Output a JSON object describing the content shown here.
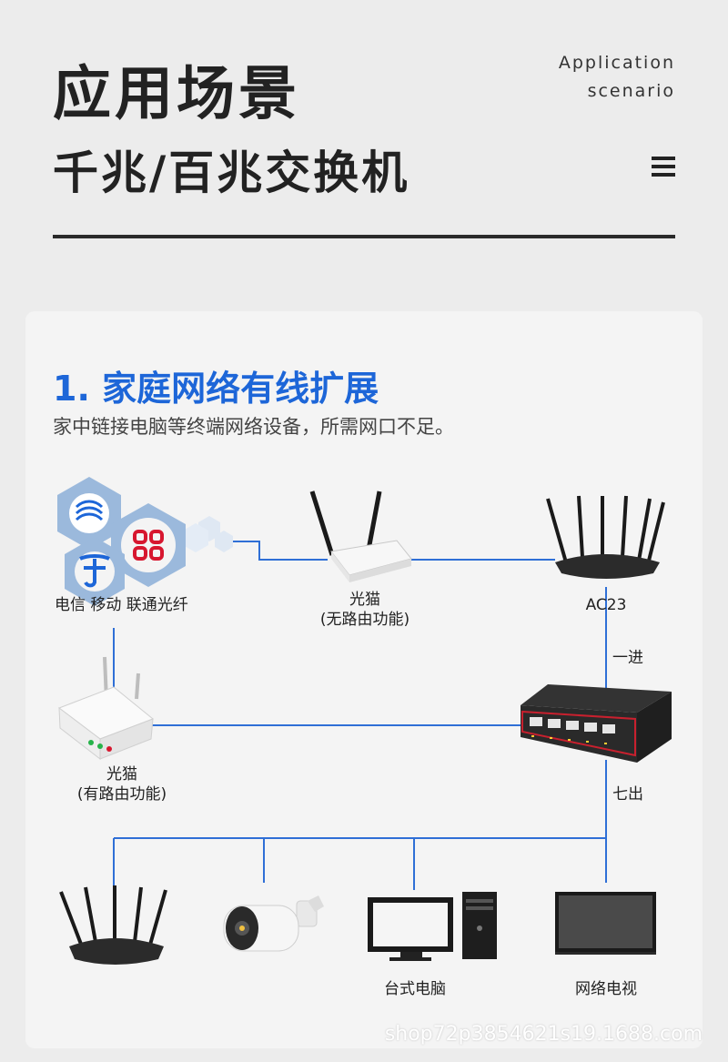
{
  "header": {
    "title": "应用场景",
    "subtitle": "千兆/百兆交换机",
    "en_line1": "Application",
    "en_line2": "scenario"
  },
  "section": {
    "title": "1. 家庭网络有线扩展",
    "description": "家中链接电脑等终端网络设备，所需网口不足。"
  },
  "labels": {
    "isp": "电信 移动 联通光纤",
    "modem_top_line1": "光猫",
    "modem_top_line2": "(无路由功能)",
    "router_ac23": "AC23",
    "uplink": "一进",
    "modem_left_line1": "光猫",
    "modem_left_line2": "(有路由功能)",
    "downlink": "七出",
    "desktop": "台式电脑",
    "tv": "网络电视"
  },
  "watermark": "shop72p3854621s19.1688.com",
  "colors": {
    "accent_blue": "#1d66d8",
    "line_blue": "#2f6fd6",
    "hex_blue": "#9bb9dc",
    "unicom_red": "#d7172f"
  },
  "icons": [
    "menu-icon",
    "china-mobile-logo",
    "china-unicom-logo",
    "china-telecom-logo",
    "wireless-modem-icon",
    "router-icon",
    "switch-icon",
    "camera-icon",
    "desktop-pc-icon",
    "tv-icon"
  ]
}
